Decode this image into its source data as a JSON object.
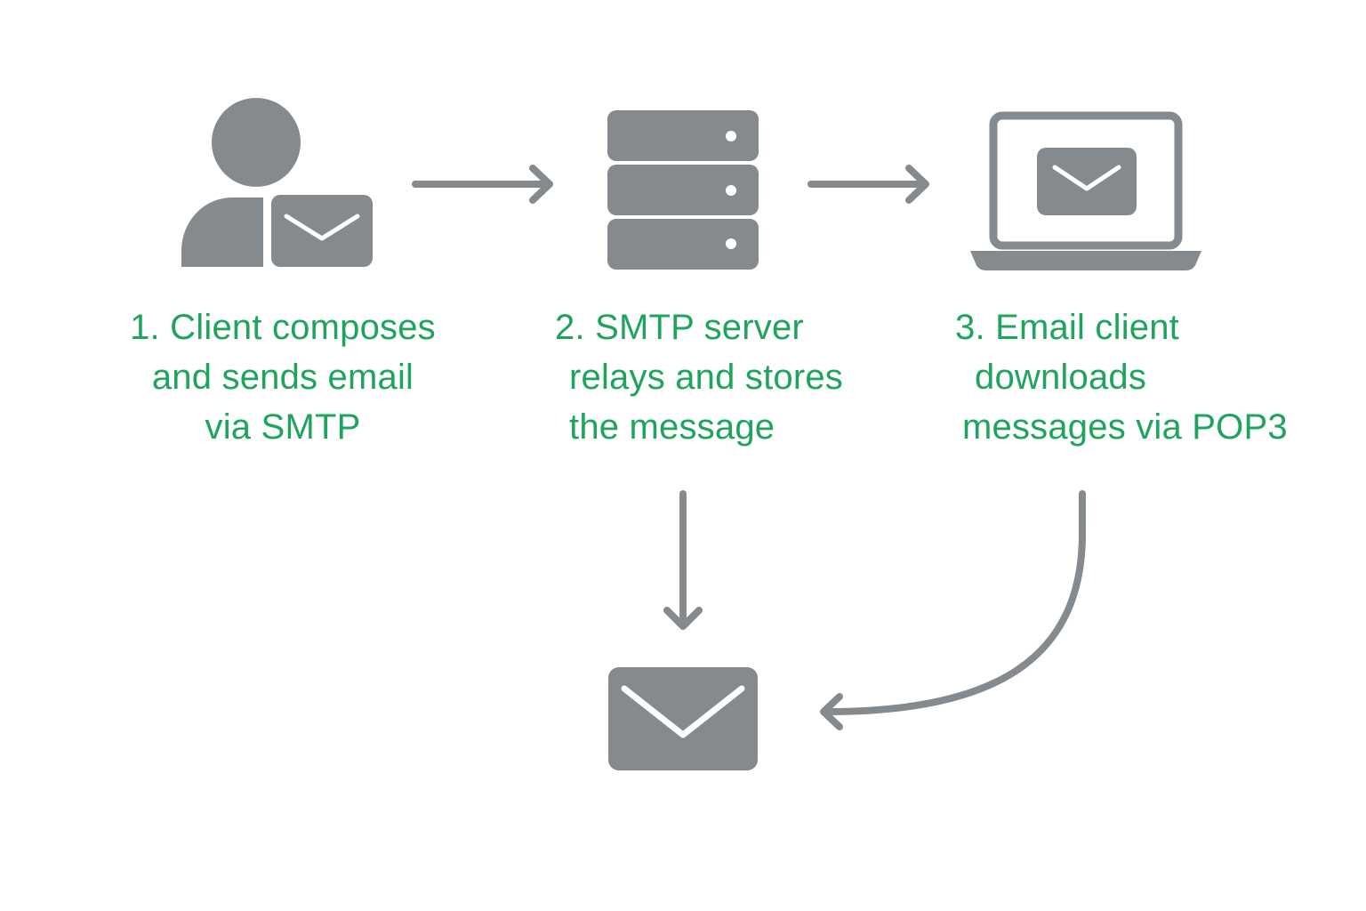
{
  "colors": {
    "icon": "#858a8f",
    "label": "#1ea45c",
    "background": "#ffffff"
  },
  "steps": [
    {
      "icon": "user-with-envelope-icon",
      "lines": [
        "1. Client composes",
        "and sends email",
        "via SMTP"
      ]
    },
    {
      "icon": "server-stack-icon",
      "lines": [
        "2. SMTP server",
        "relays and stores",
        "the message"
      ]
    },
    {
      "icon": "laptop-with-envelope-icon",
      "lines": [
        "3. Email client",
        "downloads",
        "messages via POP3"
      ]
    }
  ],
  "destination": {
    "icon": "envelope-icon"
  }
}
